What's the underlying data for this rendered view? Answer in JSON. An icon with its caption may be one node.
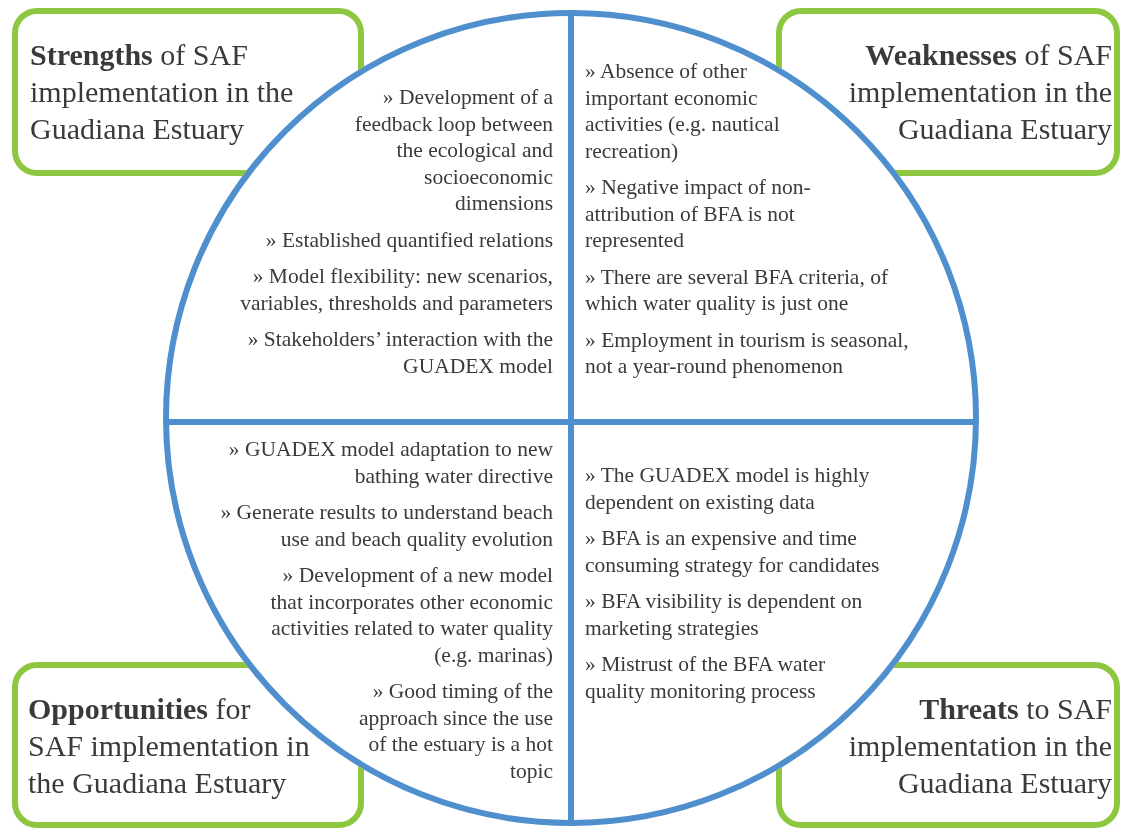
{
  "diagram": {
    "nodes": [
      {
        "text": [
          "**Strengths** of SAF implementation in the Guadiana Estuary"
        ]
      },
      {
        "text": [
          "**Weaknesses** of SAF implementation in the Guadiana Estuary"
        ]
      },
      {
        "text": [
          "**Opportunities** for SAF implementation in the Guadiana Estuary"
        ]
      },
      {
        "text": [
          "**Threats** to SAF implementation in the Guadiana Estuary"
        ]
      },
      {
        "text": [],
        "shape": "circle"
      },
      {
        "text": [
          "» Development of a feedback loop between the ecological and socioeconomic dimensions",
          "» Established quantified relations",
          "» Model flexibility: new scenarios, variables, thresholds and parameters",
          "» Stakeholders’ interaction with the GUADEX model"
        ],
        "in": 4
      },
      {
        "text": [
          "» Absence of other important economic activities (e.g. nautical recreation)",
          "» Negative impact of non-attribution of BFA is not represented",
          "» There are several BFA criteria, of which water quality is just one",
          "» Employment in tourism is seasonal, not a year-round phenomenon"
        ],
        "in": 4
      },
      {
        "text": [
          "» GUADEX model adaptation to new bathing water directive",
          "» Generate results to understand beach use and beach quality evolution",
          "» Development of a new model that incorporates other economic activities related to water quality (e.g. marinas)",
          "» Good timing of the approach since the use of the estuary is a hot topic"
        ],
        "in": 4
      },
      {
        "text": [
          "» The GUADEX model is highly dependent on existing data",
          "» BFA is an expensive and time consuming strategy for candidates",
          "» BFA visibility is dependent on marketing strategies",
          "» Mistrust of the BFA water quality monitoring process"
        ],
        "in": 4
      }
    ]
  }
}
